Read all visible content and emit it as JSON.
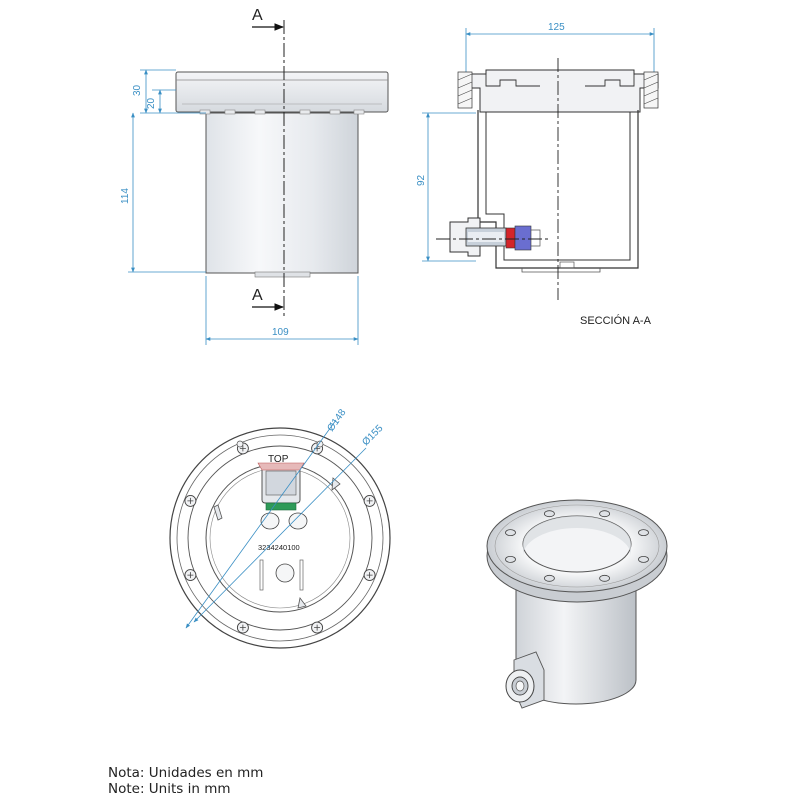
{
  "front_view": {
    "section_label_top": "A",
    "section_label_bottom": "A",
    "dim_total_height_flange": "30",
    "dim_flange": "20",
    "dim_body_height": "114",
    "dim_body_width": "109"
  },
  "section_view": {
    "dim_overall_width": "125",
    "dim_depth": "92",
    "title": "SECCIÓN A-A"
  },
  "top_view": {
    "dim_bolt_circle": "Ø148",
    "dim_outer": "Ø155",
    "top_mark": "TOP",
    "serial": "3234240100"
  },
  "notes": {
    "line_es": "Nota: Unidades en mm",
    "line_en": "Note: Units in mm"
  },
  "colors": {
    "dimension": "#3a8fc4",
    "outline": "#333333",
    "body_fill": "#eef0f3",
    "seal_red": "#d4242a",
    "seal_blue": "#5b5fc7",
    "connector_green": "#2e9a58"
  }
}
